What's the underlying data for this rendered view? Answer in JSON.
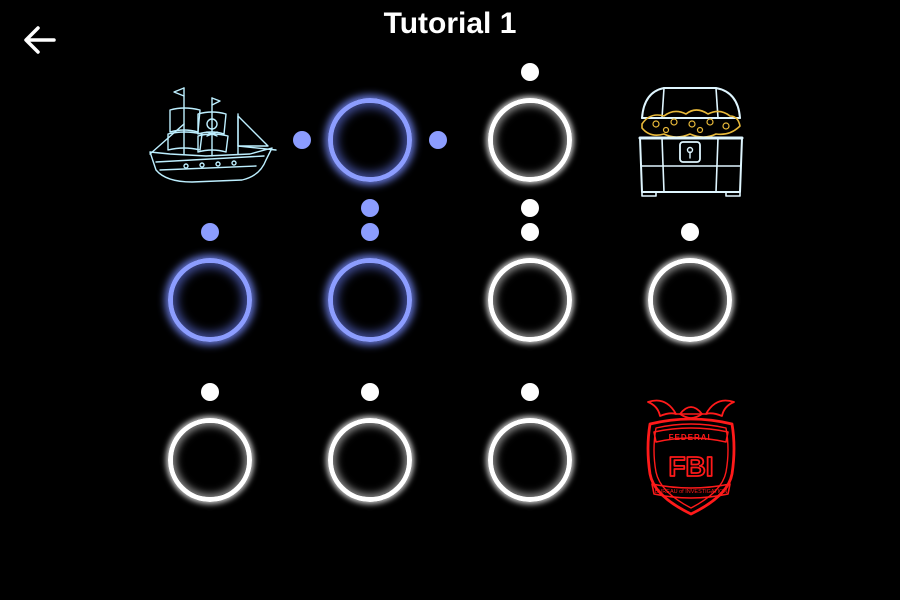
{
  "header": {
    "title": "Tutorial 1",
    "back_icon": "arrow-left-icon"
  },
  "colors": {
    "background": "#000000",
    "node_idle": "#ffffff",
    "node_active": "#8c9dff",
    "ship": "#bdefff",
    "chest_gold": "#e8b93a",
    "badge_red": "#ff1a1a"
  },
  "board": {
    "rows": 3,
    "cols": 4,
    "icons": {
      "start": "pirate-ship-icon",
      "treasure": "treasure-chest-icon",
      "danger": "fbi-badge-icon"
    },
    "badge": {
      "line1": "FEDERAL",
      "line2": "FBI",
      "line3": "BUREAU of INVESTIGATION"
    },
    "active_nodes": [
      "r1c2",
      "r2c1",
      "r2c2"
    ]
  }
}
